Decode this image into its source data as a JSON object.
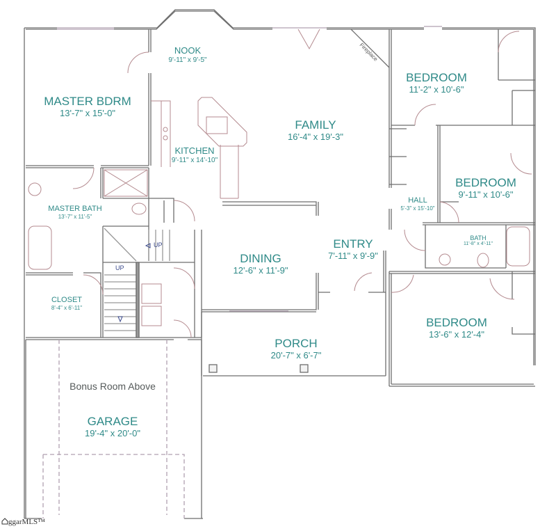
{
  "plan": {
    "rooms": {
      "nook": {
        "name": "NOOK",
        "dim": "9'-11\" x 9'-5\""
      },
      "master_bdrm": {
        "name": "MASTER BDRM",
        "dim": "13'-7\" x 15'-0\""
      },
      "kitchen": {
        "name": "KITCHEN",
        "dim": "9'-11\" x 14'-10\""
      },
      "family": {
        "name": "FAMILY",
        "dim": "16'-4\" x 19'-3\""
      },
      "bedroom_1": {
        "name": "BEDROOM",
        "dim": "11'-2\" x 10'-6\""
      },
      "bedroom_2": {
        "name": "BEDROOM",
        "dim": "9'-11\" x 10'-6\""
      },
      "hall": {
        "name": "HALL",
        "dim": "5'-3\" x 15'-10\""
      },
      "bath": {
        "name": "BATH",
        "dim": "11'-8\" x 4'-11\""
      },
      "master_bath": {
        "name": "MASTER BATH",
        "dim": "13'-7\" x 11'-5\""
      },
      "dining": {
        "name": "DINING",
        "dim": "12'-6\" x 11'-9\""
      },
      "entry": {
        "name": "ENTRY",
        "dim": "7'-11\" x 9'-9\""
      },
      "closet": {
        "name": "CLOSET",
        "dim": "8'-4\" x 6'-11\""
      },
      "bedroom_3": {
        "name": "BEDROOM",
        "dim": "13'-6\" x 12'-4\""
      },
      "porch": {
        "name": "PORCH",
        "dim": "20'-7\" x 6'-7\""
      },
      "garage": {
        "name": "GARAGE",
        "dim": "19'-4\" x 20'-0\""
      }
    },
    "notes": {
      "fireplace": "Fireplace",
      "bonus_room": "Bonus Room Above",
      "stair_up_1": "UP",
      "stair_up_2": "UP"
    },
    "colors": {
      "label": "#2f8a88",
      "wall": "#6e6e6e",
      "fixture": "#b48a8f"
    }
  },
  "watermark": {
    "text": "ggarMLS™"
  }
}
